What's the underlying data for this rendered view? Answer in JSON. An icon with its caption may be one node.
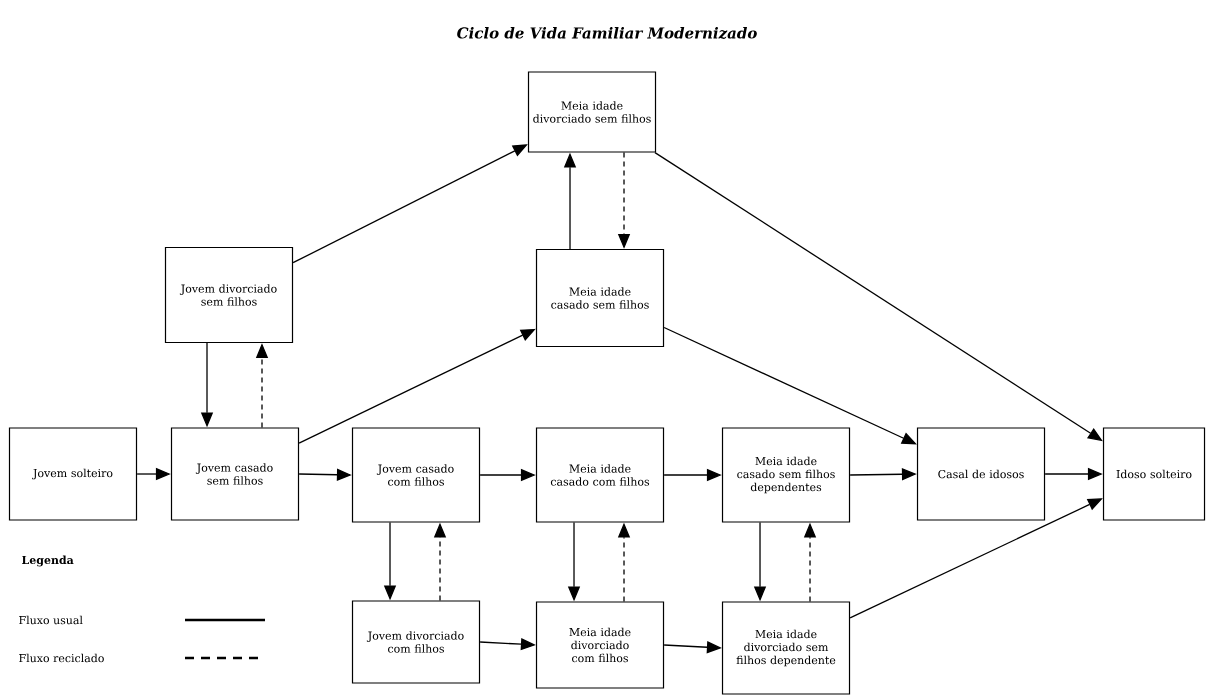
{
  "diagram": {
    "title": "Ciclo de Vida Familiar Modernizado",
    "nodes": [
      {
        "text": [
          "Meia idade divorciado sem filhos"
        ]
      },
      {
        "text": [
          "Jovem divorciado sem filhos"
        ]
      },
      {
        "text": [
          "Meia idade casado sem filhos"
        ]
      },
      {
        "text": [
          "Jovem solteiro"
        ]
      },
      {
        "text": [
          "Jovem casado sem filhos"
        ]
      },
      {
        "text": [
          "Jovem casado com filhos"
        ]
      },
      {
        "text": [
          "Meia idade casado com filhos"
        ]
      },
      {
        "text": [
          "Meia idade casado sem filhos dependentes"
        ]
      },
      {
        "text": [
          "Casal de idosos"
        ]
      },
      {
        "text": [
          "Idoso solteiro"
        ]
      },
      {
        "text": [
          "Jovem divorciado com filhos"
        ]
      },
      {
        "text": [
          "Meia idade divorciado com filhos"
        ]
      },
      {
        "text": [
          "Meia idade divorciado sem filhos dependente"
        ]
      }
    ],
    "edges": [
      {
        "from": 3,
        "to": 4,
        "arrow": "to"
      },
      {
        "from": 4,
        "to": 5,
        "arrow": "to"
      },
      {
        "from": 5,
        "to": 6,
        "arrow": "to"
      },
      {
        "from": 6,
        "to": 7,
        "arrow": "to"
      },
      {
        "from": 7,
        "to": 8,
        "arrow": "to"
      },
      {
        "from": 8,
        "to": 9,
        "arrow": "to"
      },
      {
        "from": 1,
        "to": 4,
        "arrow": "to"
      },
      {
        "from": 4,
        "to": 1,
        "arrow": "to",
        "style": "dashed"
      },
      {
        "from": 1,
        "to": 0,
        "arrow": "to"
      },
      {
        "from": 4,
        "to": 2,
        "arrow": "to"
      },
      {
        "from": 2,
        "to": 0,
        "arrow": "to"
      },
      {
        "from": 0,
        "to": 2,
        "arrow": "to",
        "style": "dashed"
      },
      {
        "from": 0,
        "to": 9,
        "arrow": "to"
      },
      {
        "from": 2,
        "to": 8,
        "arrow": "to"
      },
      {
        "from": 5,
        "to": 10,
        "arrow": "to"
      },
      {
        "from": 10,
        "to": 5,
        "arrow": "to",
        "style": "dashed"
      },
      {
        "from": 6,
        "to": 11,
        "arrow": "to"
      },
      {
        "from": 11,
        "to": 6,
        "arrow": "to",
        "style": "dashed"
      },
      {
        "from": 7,
        "to": 12,
        "arrow": "to"
      },
      {
        "from": 12,
        "to": 7,
        "arrow": "to",
        "style": "dashed"
      },
      {
        "from": 10,
        "to": 11,
        "arrow": "to"
      },
      {
        "from": 11,
        "to": 12,
        "arrow": "to"
      },
      {
        "from": 12,
        "to": 9,
        "arrow": "to"
      }
    ],
    "labels": [
      "Legenda"
    ],
    "legend": [
      {
        "text": "Fluxo usual"
      },
      {
        "text": "Fluxo reciclado"
      }
    ]
  }
}
